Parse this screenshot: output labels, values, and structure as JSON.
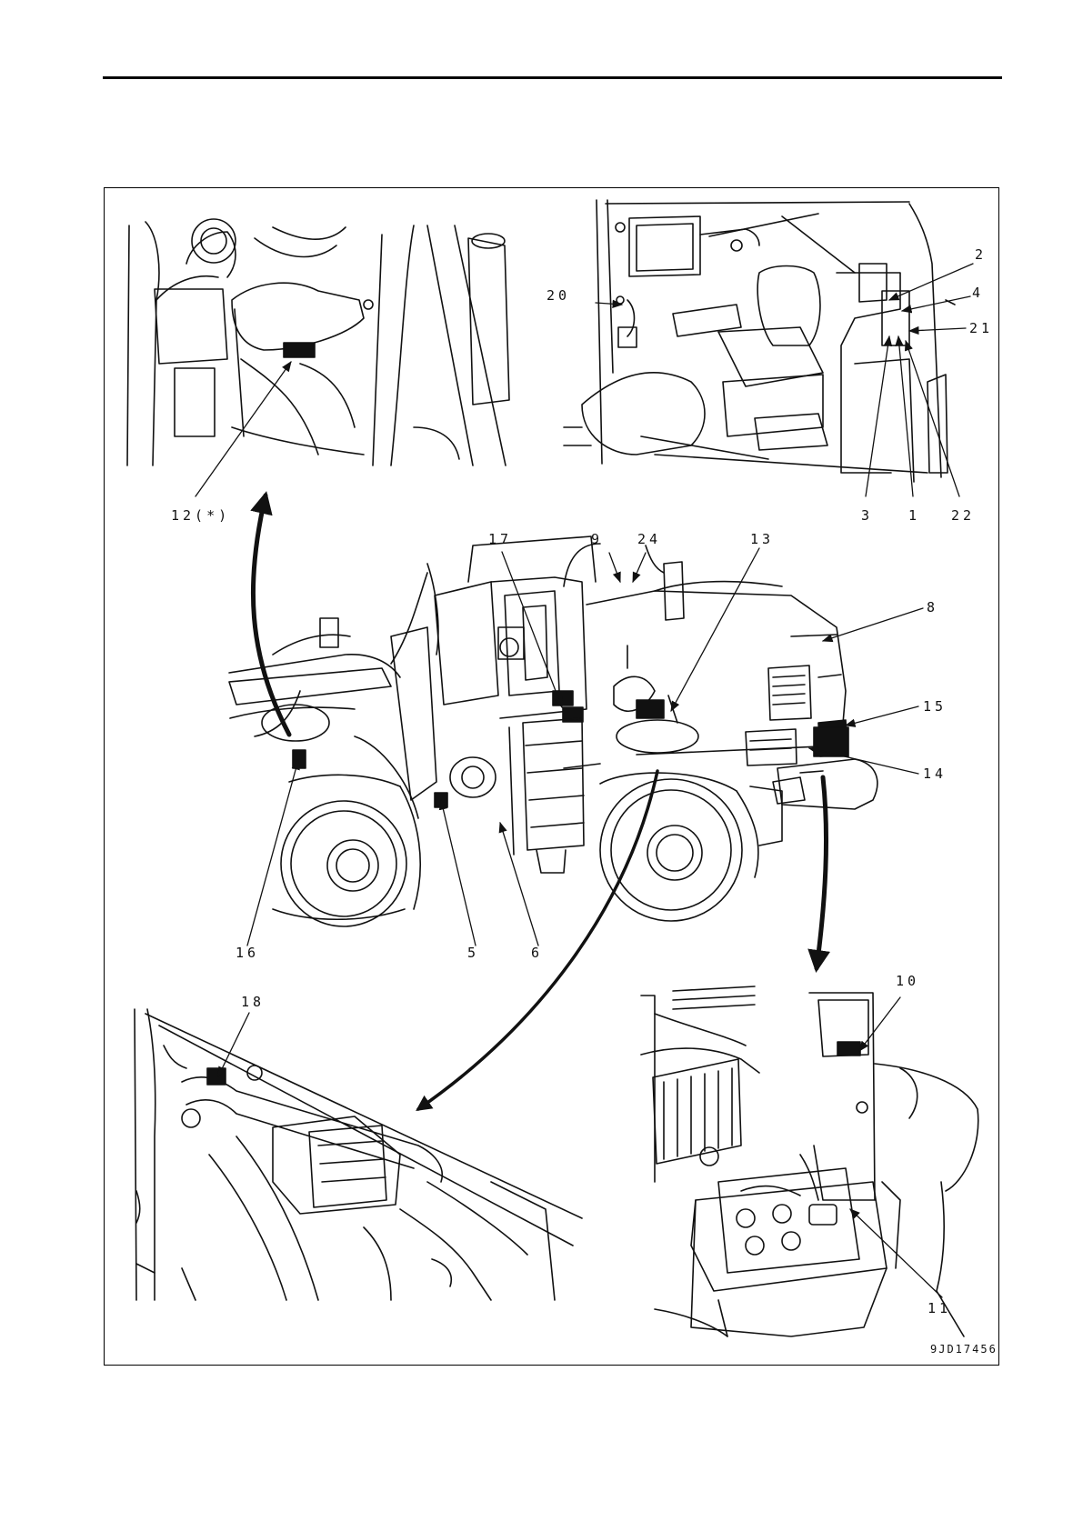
{
  "figure_id": "9JD17456",
  "callouts": {
    "c2": "2",
    "c4": "4",
    "c21": "21",
    "c20": "20",
    "c3": "3",
    "c1": "1",
    "c22": "22",
    "c12": "12(*)",
    "c17": "17",
    "c9": "9",
    "c24": "24",
    "c13": "13",
    "c8": "8",
    "c15": "15",
    "c14": "14",
    "c16": "16",
    "c5": "5",
    "c6": "6",
    "c18": "18",
    "c10": "10",
    "c11": "11"
  }
}
